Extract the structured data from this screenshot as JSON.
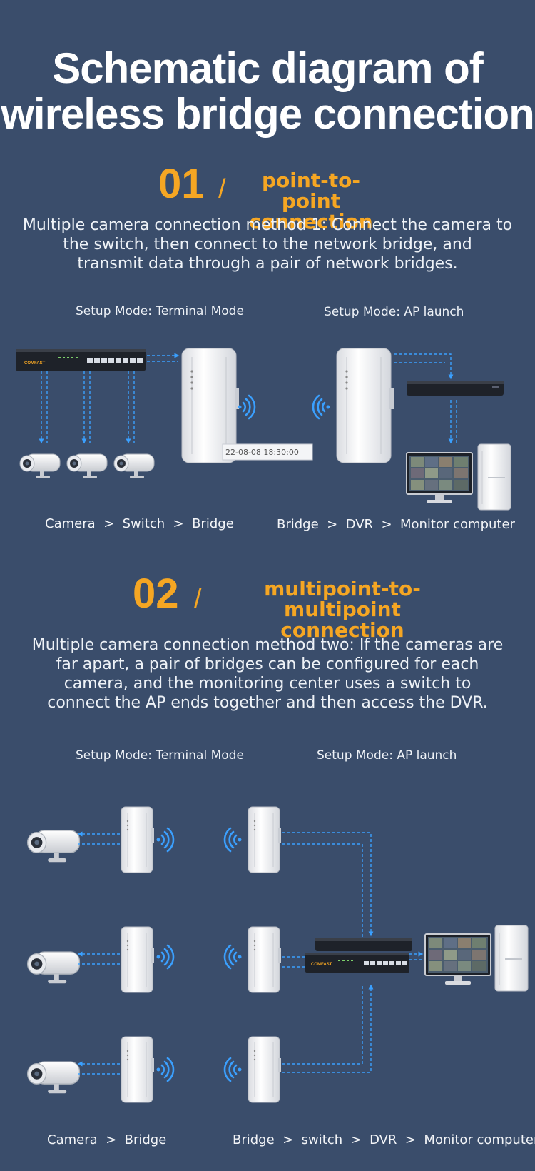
{
  "title": {
    "line1": "Schematic diagram of",
    "line2": "wireless bridge connection"
  },
  "section1": {
    "number": "01",
    "slash": "/",
    "subtitle_line1": "point-to-point",
    "subtitle_line2": "connection",
    "desc_line1": "Multiple camera connection method 1: Connect the camera to",
    "desc_line2": "the switch, then connect to the network bridge, and",
    "desc_line3": "transmit data through a pair of network bridges.",
    "mode_left": "Setup Mode: Terminal Mode",
    "mode_right": "Setup Mode: AP launch",
    "timestamp": "22-08-08 18:30:00",
    "flow_left": "Camera  >  Switch  >  Bridge",
    "flow_right": "Bridge  >  DVR  >  Monitor computer"
  },
  "section2": {
    "number": "02",
    "slash": "/",
    "subtitle_line1": "multipoint-to-multipoint",
    "subtitle_line2": "connection",
    "desc_line1": "Multiple camera connection method two: If the cameras are",
    "desc_line2": "far apart, a pair of bridges can be configured for each",
    "desc_line3": "camera, and the monitoring center uses a switch to",
    "desc_line4": "connect the AP ends together and then access the DVR.",
    "mode_left": "Setup Mode: Terminal Mode",
    "mode_right": "Setup Mode: AP launch",
    "flow_left": "Camera  >  Bridge",
    "flow_right": "Bridge  >  switch  >  DVR  >  Monitor computer"
  },
  "switch_brand": "COMFAST",
  "colors": {
    "background": "#3a4d6b",
    "accent": "#f5a623",
    "line": "#3aa0ff",
    "device": "#f2f3f5"
  }
}
